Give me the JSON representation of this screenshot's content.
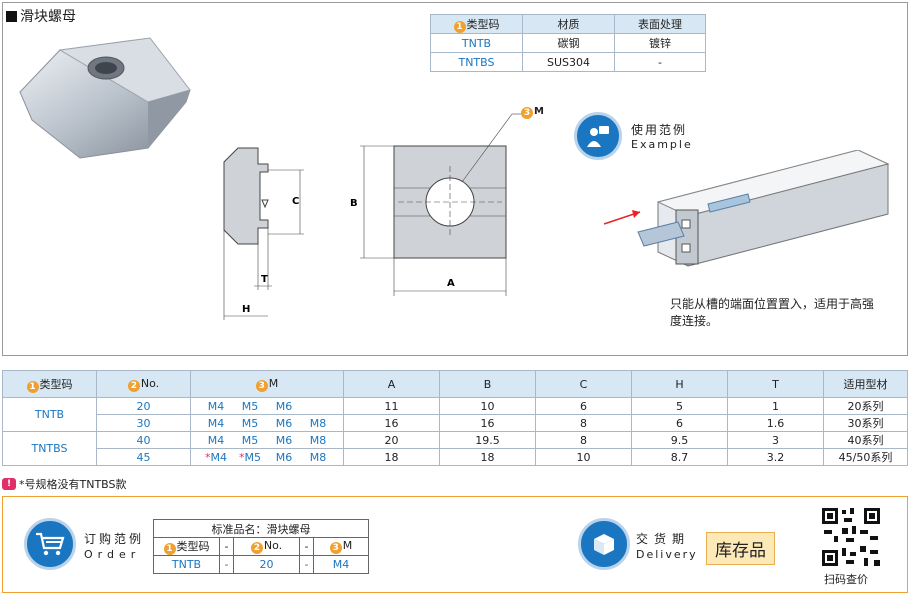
{
  "title": "滑块螺母",
  "material_table": {
    "headers": [
      "类型码",
      "材质",
      "表面处理"
    ],
    "header_num": "1",
    "rows": [
      {
        "type": "TNTB",
        "material": "碳钢",
        "surface": "镀锌"
      },
      {
        "type": "TNTBS",
        "material": "SUS304",
        "surface": "-"
      }
    ]
  },
  "drawing": {
    "m_num": "3",
    "m_label": "M",
    "dims": {
      "A": "A",
      "B": "B",
      "C": "C",
      "H": "H",
      "T": "T"
    }
  },
  "usage": {
    "title_cn": "使用范例",
    "title_en": "Example",
    "note": "只能从槽的端面位置置入，适用于高强度连接。"
  },
  "spec_table": {
    "headers": {
      "type": "类型码",
      "no": "No.",
      "m": "M",
      "a": "A",
      "b": "B",
      "c": "C",
      "h": "H",
      "t": "T",
      "profile": "适用型材"
    },
    "header_nums": {
      "type": "1",
      "no": "2",
      "m": "3"
    },
    "types": [
      "TNTB",
      "TNTBS"
    ],
    "rows": [
      {
        "no": "20",
        "m": [
          "M4",
          "M5",
          "M6",
          ""
        ],
        "a": "11",
        "b": "10",
        "c": "6",
        "h": "5",
        "t": "1",
        "profile": "20系列"
      },
      {
        "no": "30",
        "m": [
          "M4",
          "M5",
          "M6",
          "M8"
        ],
        "a": "16",
        "b": "16",
        "c": "8",
        "h": "6",
        "t": "1.6",
        "profile": "30系列"
      },
      {
        "no": "40",
        "m": [
          "M4",
          "M5",
          "M6",
          "M8"
        ],
        "a": "20",
        "b": "19.5",
        "c": "8",
        "h": "9.5",
        "t": "3",
        "profile": "40系列"
      },
      {
        "no": "45",
        "m": [
          "*M4",
          "*M5",
          "M6",
          "M8"
        ],
        "a": "18",
        "b": "18",
        "c": "10",
        "h": "8.7",
        "t": "3.2",
        "profile": "45/50系列"
      }
    ]
  },
  "footnote": "*号规格没有TNTBS款",
  "order": {
    "title_cn": "订购范例",
    "title_en": "Order",
    "std_name": "标准品名：滑块螺母",
    "header_nums": [
      "1",
      "2",
      "3"
    ],
    "headers": [
      "类型码",
      "-",
      "No.",
      "-",
      "M"
    ],
    "values": [
      "TNTB",
      "-",
      "20",
      "-",
      "M4"
    ]
  },
  "delivery": {
    "title_cn": "交货期",
    "title_en": "Delivery",
    "badge": "库存品"
  },
  "qr": {
    "label": "扫码查价"
  },
  "colors": {
    "accent": "#1a76c0",
    "orange": "#f0a030",
    "header_bg": "#d7e8f4",
    "red_star": "#e0306a"
  }
}
